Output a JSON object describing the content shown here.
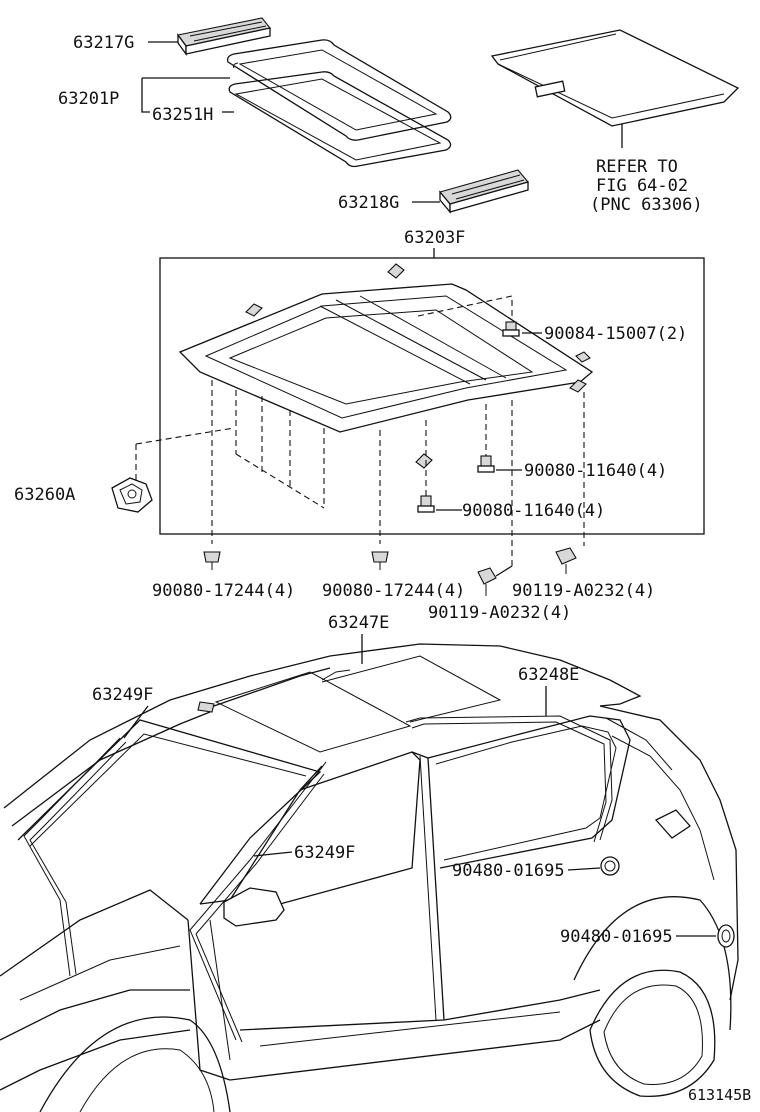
{
  "diagram_id": "613145B",
  "callouts": {
    "sunshade_rail_front": "63217G",
    "glass_assembly": "63201P",
    "glass_weatherstrip": "63251H",
    "sunshade_rail_rear": "63218G",
    "housing_frame": "63203F",
    "motor": "63260A",
    "drain_hose_rear": "63247E",
    "drain_hose_side": "63248E",
    "drain_hose_front_top": "63249F",
    "drain_hose_front_mid": "63249F",
    "screw_1": "90084-15007(2)",
    "bolt_1": "90080-11640(4)",
    "bolt_2": "90080-11640(4)",
    "nut_1": "90080-17244(4)",
    "nut_2": "90080-17244(4)",
    "clip_1": "90119-A0232(4)",
    "clip_2": "90119-A0232(4)",
    "grommet_1": "90480-01695",
    "grommet_2": "90480-01695"
  },
  "refer_note": {
    "line1": "REFER TO",
    "line2": "FIG 64-02",
    "line3": "(PNC 63306)"
  }
}
